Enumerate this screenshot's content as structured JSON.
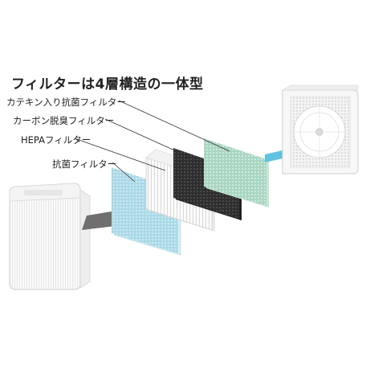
{
  "title": "フィルターは4層構造の一体型",
  "labels": {
    "catechin_filter": "カテキン入り抗菌フィルター",
    "carbon_filter": "カーボン脱臭フィルター",
    "hepa_filter": "HEPAフィルター",
    "antibacterial_filter": "抗菌フィルター"
  },
  "colors": {
    "catechin": "#b9dccb",
    "carbon": "#3a3a3a",
    "hepa": "#f2f2f2",
    "antibacterial": "#b7dfe8",
    "airflow": "#7fd0e8"
  }
}
